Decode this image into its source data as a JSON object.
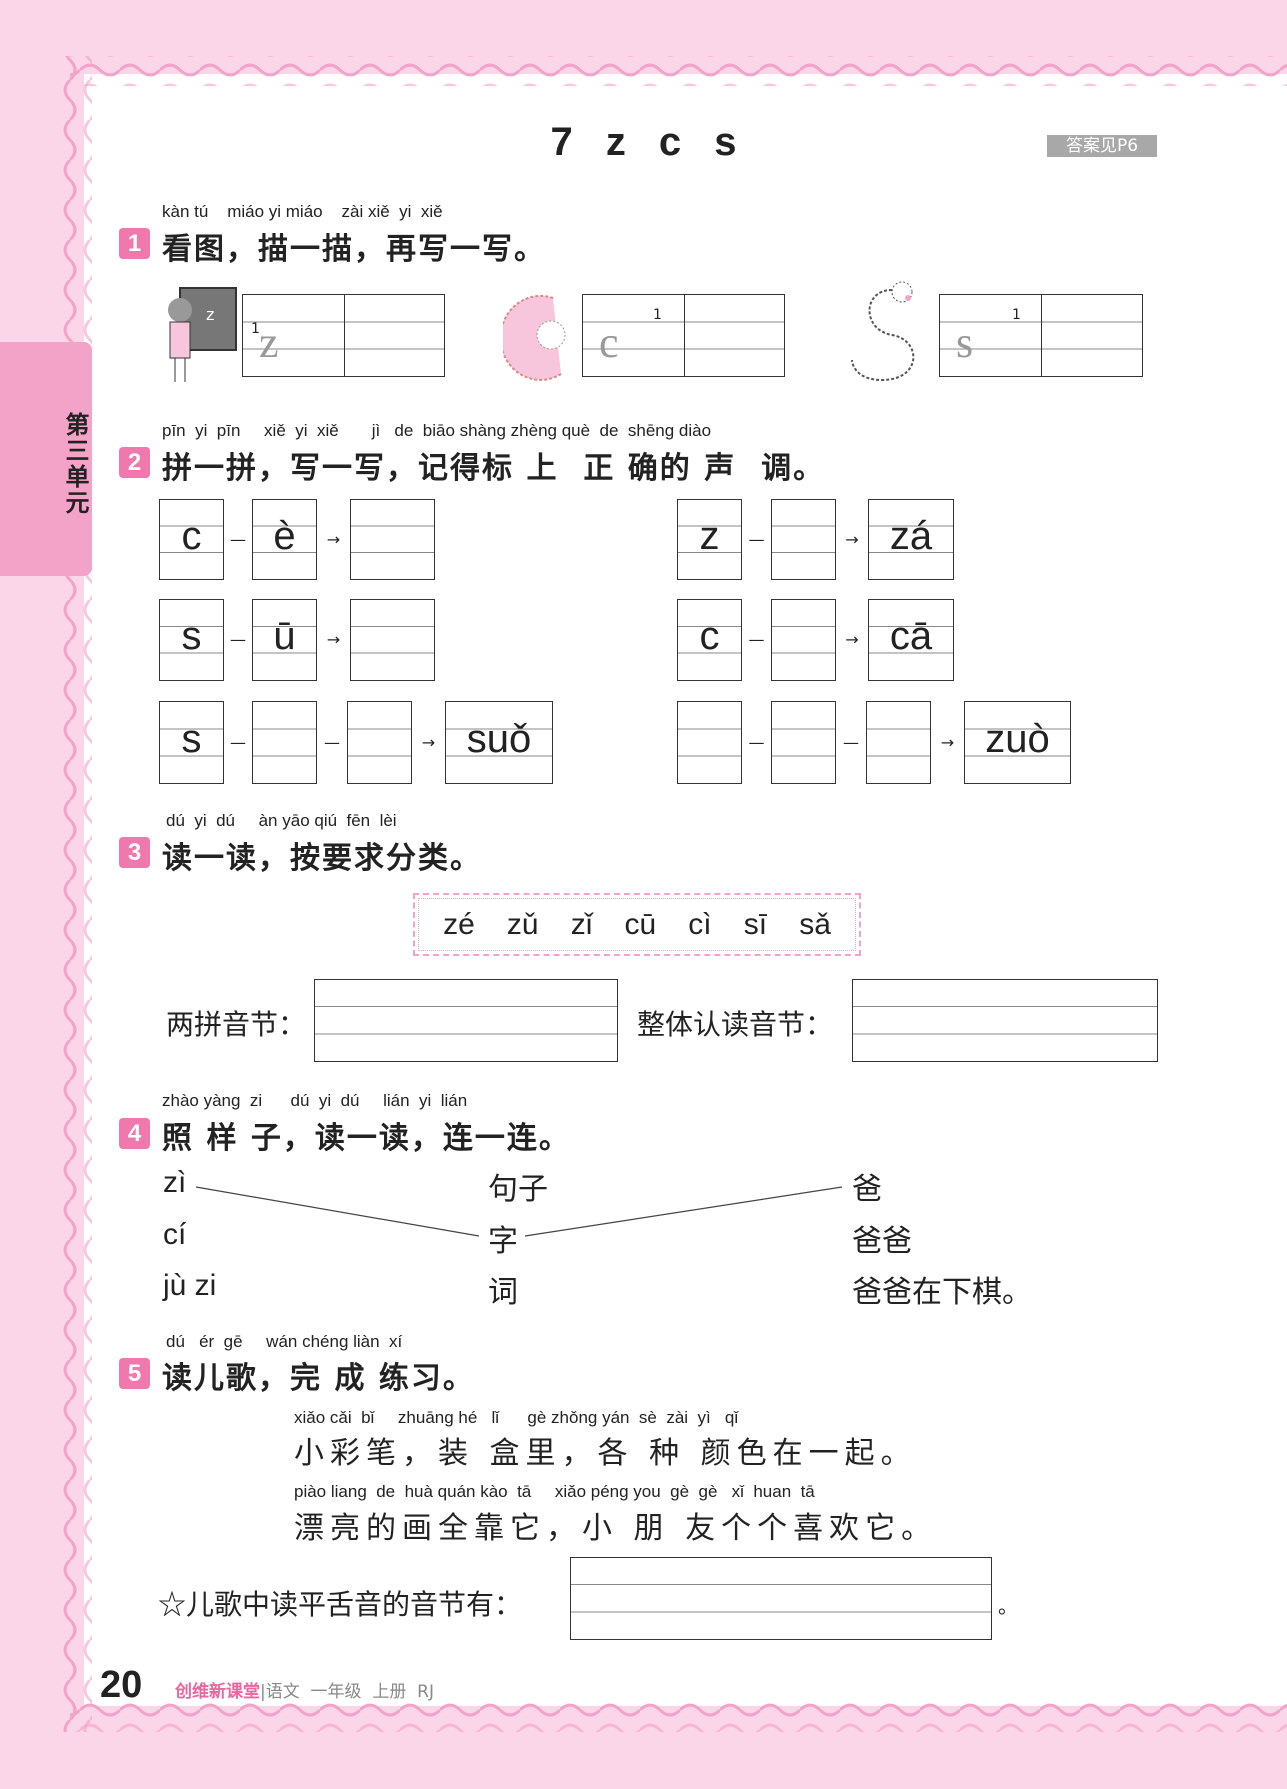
{
  "side_tab": "第三单元",
  "title": "7 z c s",
  "answer_badge": "答案见P6",
  "s1": {
    "num": "1",
    "pinyin": "kàn tú    miáo yi miáo    zài xiě  yi  xiě",
    "heading": "看图，描一描，再写一写。",
    "items": [
      {
        "picture": "girl-at-blackboard",
        "trace": "z",
        "stroke": "1"
      },
      {
        "picture": "hedgehog",
        "trace": "c",
        "stroke": "1"
      },
      {
        "picture": "snake",
        "trace": "s",
        "stroke": "1"
      }
    ]
  },
  "s2": {
    "num": "2",
    "pinyin": "pīn  yi  pīn     xiě  yi  xiě       jì   de  biāo shàng zhèng què  de  shēng diào",
    "heading": "拼一拼，写一写，记得标 上  正 确的 声  调。",
    "rows": [
      {
        "left": [
          "c",
          "è",
          ""
        ],
        "right": [
          "z",
          "",
          "zá"
        ]
      },
      {
        "left": [
          "s",
          "ū",
          ""
        ],
        "right": [
          "c",
          "",
          "cā"
        ]
      },
      {
        "left": [
          "s",
          "",
          "",
          "suǒ"
        ],
        "right": [
          "",
          "",
          "",
          "zuò"
        ]
      }
    ]
  },
  "s3": {
    "num": "3",
    "pinyin": "dú  yi  dú     àn yāo qiú  fēn  lèi",
    "heading": "读一读，按要求分类。",
    "syllables": [
      "zé",
      "zǔ",
      "zǐ",
      "cū",
      "cì",
      "sī",
      "sǎ"
    ],
    "label_a": "两拼音节：",
    "label_b": "整体认读音节："
  },
  "s4": {
    "num": "4",
    "pinyin": "zhào yàng  zi      dú  yi  dú     lián  yi  lián",
    "heading": "照 样 子，读一读，连一连。",
    "col1": [
      "zì",
      "cí",
      "jù zi"
    ],
    "col2": [
      "句子",
      "字",
      "词"
    ],
    "col3": [
      "爸",
      "爸爸",
      "爸爸在下棋。"
    ]
  },
  "s5": {
    "num": "5",
    "pinyin": "dú   ér  gē     wán chéng liàn  xí",
    "heading": "读儿歌，完 成 练习。",
    "poem": [
      {
        "pinyin": "xiǎo cǎi  bǐ     zhuāng hé   lǐ      gè zhǒng yán  sè  zài  yì   qǐ",
        "text": "小彩笔，装 盒里，各 种 颜色在一起。"
      },
      {
        "pinyin": "piào liang  de  huà quán kào  tā     xiǎo péng you  gè  gè   xǐ  huan  tā",
        "text": "漂亮的画全靠它，小 朋 友个个喜欢它。"
      }
    ],
    "question": "☆儿歌中读平舌音的音节有：",
    "end_mark": "。"
  },
  "footer": {
    "page": "20",
    "brand": "创维新课堂",
    "sep": "|",
    "info": "语文  一年级  上册  RJ"
  },
  "colors": {
    "accent": "#ef78ac",
    "background": "#fad6e8",
    "badge": "#a8a8a8"
  }
}
